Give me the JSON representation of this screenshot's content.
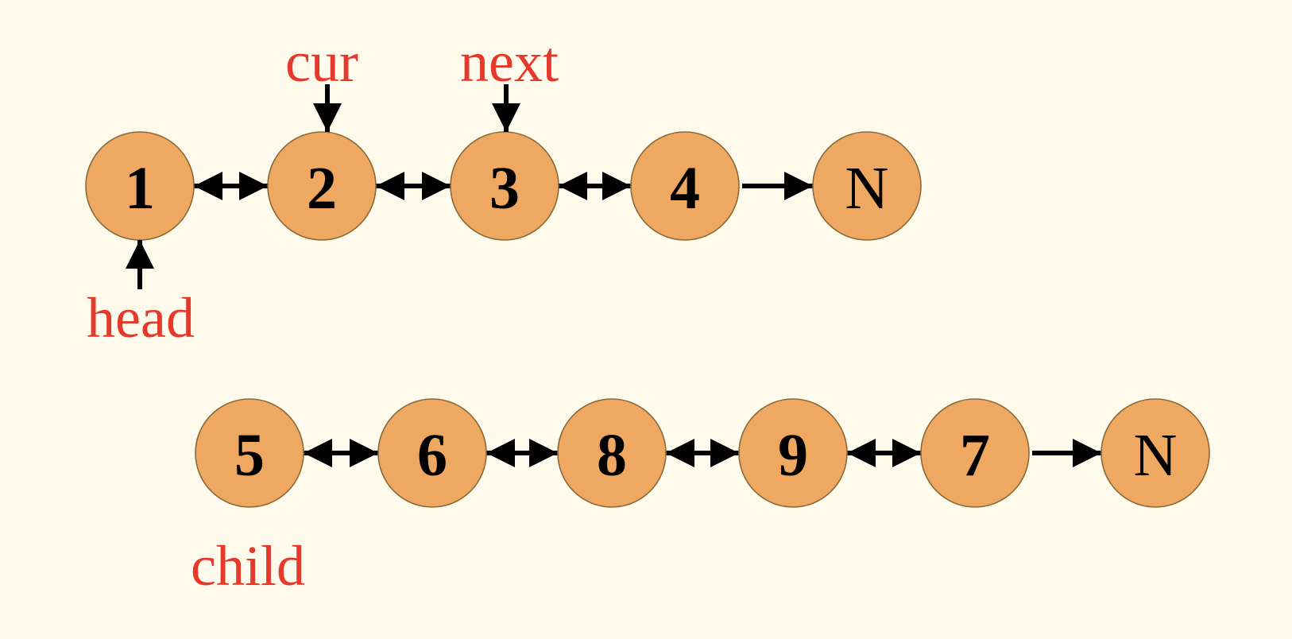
{
  "colors": {
    "background": "#FEFAEC",
    "node_fill": "#EEA861",
    "node_stroke": "#8A6A3A",
    "arrow": "#000000",
    "pointer_label": "#E5392C"
  },
  "main_list": {
    "nodes": [
      "1",
      "2",
      "3",
      "4",
      "N"
    ],
    "links": [
      "double",
      "double",
      "double",
      "single"
    ]
  },
  "child_list": {
    "nodes": [
      "5",
      "6",
      "8",
      "9",
      "7",
      "N"
    ],
    "links": [
      "double",
      "double",
      "double",
      "double",
      "single"
    ]
  },
  "pointers": {
    "cur": "cur",
    "next": "next",
    "head": "head",
    "child": "child"
  }
}
